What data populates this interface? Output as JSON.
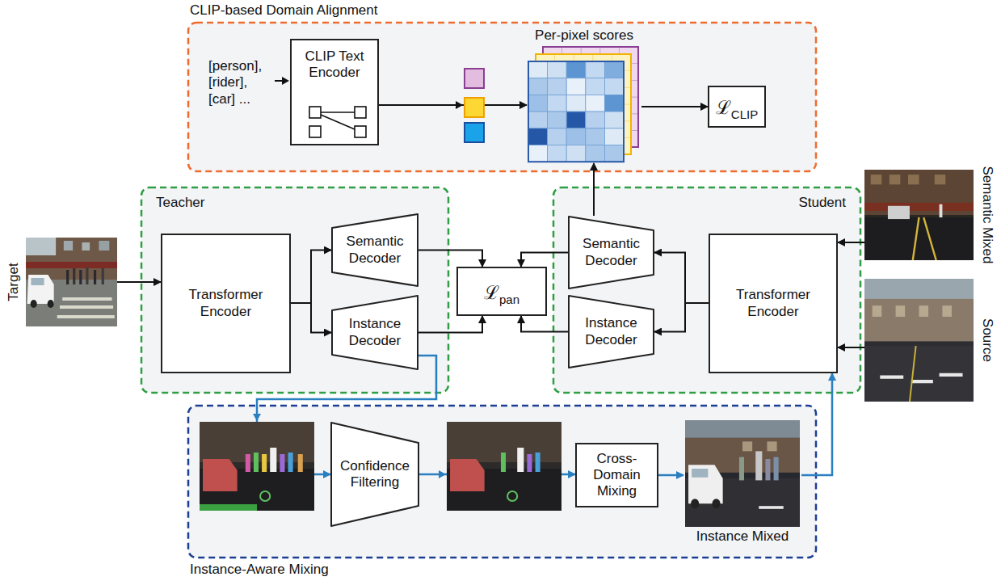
{
  "diagram": {
    "nodes": [
      {
        "text": [
          "CLIP-based Domain Alignment"
        ]
      },
      {
        "text": [
          "CLIP Text Encoder"
        ],
        "in": 0
      },
      {
        "text": [
          "Per-pixel scores"
        ],
        "in": 0
      },
      {
        "text": [
          "ℒ",
          "CLIP"
        ],
        "in": 0
      },
      {
        "text": [
          "Teacher"
        ]
      },
      {
        "text": [
          "Transformer Encoder"
        ],
        "in": 4
      },
      {
        "text": [
          "Semantic Decoder"
        ],
        "in": 4
      },
      {
        "text": [
          "Instance Decoder"
        ],
        "in": 4
      },
      {
        "text": [
          "ℒ",
          "pan"
        ]
      },
      {
        "text": [
          "Student"
        ]
      },
      {
        "text": [
          "Semantic Decoder"
        ],
        "in": 9
      },
      {
        "text": [
          "Instance Decoder"
        ],
        "in": 9
      },
      {
        "text": [
          "Transformer Encoder"
        ],
        "in": 9
      },
      {
        "text": [
          "Instance-Aware Mixing"
        ]
      },
      {
        "text": [
          "Confidence Filtering"
        ],
        "in": 13
      },
      {
        "text": [
          "Cross-Domain Mixing"
        ],
        "in": 13
      },
      {
        "text": [
          "Instance Mixed"
        ],
        "in": 13
      },
      {
        "text": [
          "Target"
        ]
      },
      {
        "text": [
          "Semantic Mixed"
        ]
      },
      {
        "text": [
          "Source"
        ]
      }
    ],
    "edges": [
      {
        "from": 17,
        "to": 5,
        "arrow": "to"
      },
      {
        "from": 5,
        "to": 6,
        "arrow": "to"
      },
      {
        "from": 5,
        "to": 7,
        "arrow": "to"
      },
      {
        "from": 6,
        "to": 8,
        "arrow": "to"
      },
      {
        "from": 7,
        "to": 8,
        "arrow": "to"
      },
      {
        "from": 10,
        "to": 8,
        "arrow": "to"
      },
      {
        "from": 11,
        "to": 8,
        "arrow": "to"
      },
      {
        "from": 12,
        "to": 10,
        "arrow": "to"
      },
      {
        "from": 12,
        "to": 11,
        "arrow": "to"
      },
      {
        "from": 18,
        "to": 12,
        "arrow": "to"
      },
      {
        "from": 19,
        "to": 12,
        "arrow": "to"
      },
      {
        "from": 10,
        "to": 2,
        "arrow": "to"
      },
      {
        "from": 1,
        "to": 2,
        "arrow": "to"
      },
      {
        "from": 2,
        "to": 3,
        "arrow": "to"
      },
      {
        "from": 7,
        "to": 14,
        "arrow": "to"
      },
      {
        "from": 14,
        "to": 15,
        "arrow": "to"
      },
      {
        "from": 15,
        "to": 16,
        "arrow": "to"
      },
      {
        "from": 16,
        "to": 12,
        "arrow": "to"
      }
    ],
    "labels": [
      "[person], [rider], [car] ..."
    ]
  }
}
